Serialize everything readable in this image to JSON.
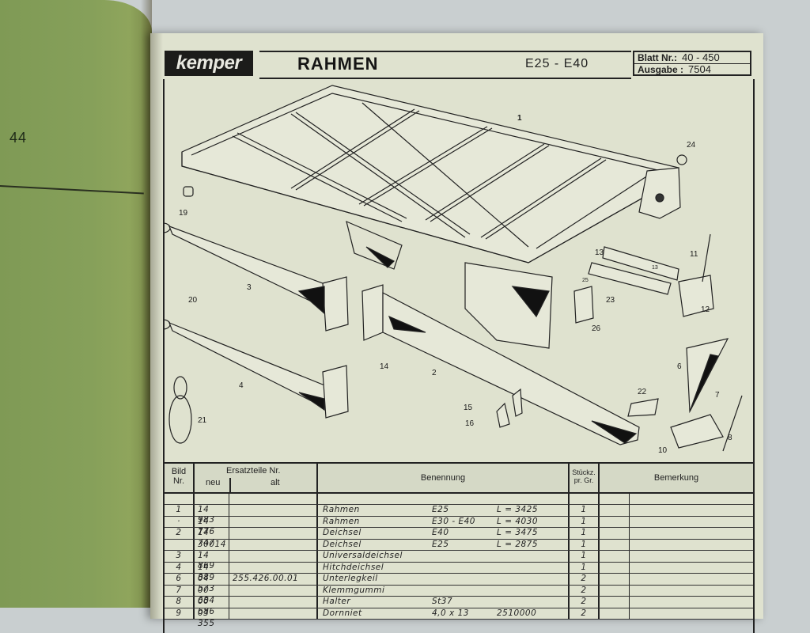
{
  "left_page": {
    "page_number": "44"
  },
  "header": {
    "brand": "kemper",
    "title": "RAHMEN",
    "model_range": "E25 - E40",
    "blatt_label": "Blatt  Nr.:",
    "blatt_value": "40 - 450",
    "ausgabe_label": "Ausgabe  :",
    "ausgabe_value": "7504"
  },
  "drawing": {
    "callouts": [
      "1",
      "2",
      "3",
      "4",
      "6",
      "7",
      "8",
      "10",
      "11",
      "12",
      "13",
      "13",
      "14",
      "15",
      "16",
      "19",
      "20",
      "21",
      "22",
      "23",
      "24",
      "25",
      "26"
    ]
  },
  "table": {
    "headers": {
      "bild": "Bild Nr.",
      "bild_l1": "Bild",
      "bild_l2": "Nr.",
      "ersatzteile": "Ersatzteile Nr.",
      "neu": "neu",
      "alt": "alt",
      "benennung": "Benennung",
      "stueckz_l1": "Stückz.",
      "stueckz_l2": "pr. Gr.",
      "bemerkung": "Bemerkung"
    },
    "rows": [
      {
        "bild": "1",
        "neu": "14 983",
        "alt": "",
        "name": "Rahmen",
        "model": "E25",
        "spec": "L = 3425",
        "qty": "1"
      },
      {
        "bild": "·",
        "neu": "14 776",
        "alt": "",
        "name": "Rahmen",
        "model": "E30 - E40",
        "spec": "L = 4030",
        "qty": "1"
      },
      {
        "bild": "2",
        "neu": "14 747",
        "alt": "",
        "name": "Deichsel",
        "model": "E40",
        "spec": "L = 3475",
        "qty": "1"
      },
      {
        "bild": "",
        "neu": "30014",
        "alt": "",
        "name": "Deichsel",
        "model": "E25",
        "spec": "L = 2875",
        "qty": "1"
      },
      {
        "bild": "3",
        "neu": "14 869",
        "alt": "",
        "name": "Universaldeichsel",
        "model": "",
        "spec": "",
        "qty": "1"
      },
      {
        "bild": "4",
        "neu": "14 889",
        "alt": "",
        "name": "Hitchdeichsel",
        "model": "",
        "spec": "",
        "qty": "1"
      },
      {
        "bild": "6",
        "neu": "04 573",
        "alt": "255.426.00.01",
        "name": "Unterlegkeil",
        "model": "",
        "spec": "",
        "qty": "2"
      },
      {
        "bild": "7",
        "neu": "00 684",
        "alt": "",
        "name": "Klemmgummi",
        "model": "",
        "spec": "",
        "qty": "2"
      },
      {
        "bild": "8",
        "neu": "00 686",
        "alt": "",
        "name": "Halter",
        "model": "St37",
        "spec": "",
        "qty": "2"
      },
      {
        "bild": "9",
        "neu": "03 355",
        "alt": "",
        "name": "Dornniet",
        "model": "4,0 x 13",
        "spec": "2510000",
        "qty": "2"
      }
    ]
  },
  "colors": {
    "paper": "#dfe2cf",
    "ink": "#1c1c1a",
    "cover_green": "#86a05a",
    "background": "#c9cfd0"
  }
}
